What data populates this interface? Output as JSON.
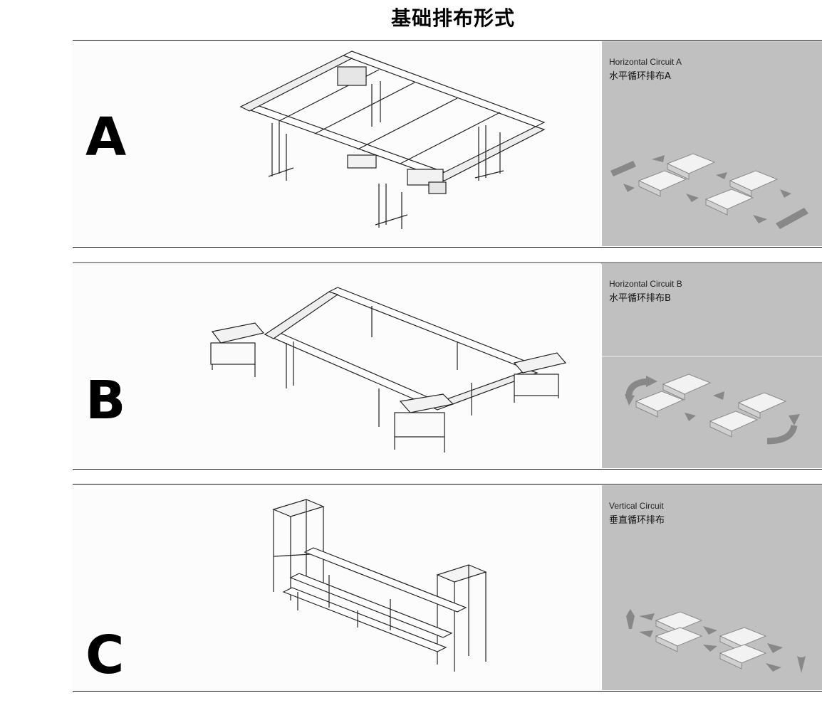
{
  "page": {
    "title": "基础排布形式"
  },
  "panels": [
    {
      "letter": "A",
      "label_en": "Horizontal Circuit A",
      "label_zh": "水平循环排布A"
    },
    {
      "letter": "B",
      "label_en": "Horizontal Circuit B",
      "label_zh": "水平循环排布B"
    },
    {
      "letter": "C",
      "label_en": "Vertical Circuit",
      "label_zh": "垂直循环排布"
    }
  ]
}
